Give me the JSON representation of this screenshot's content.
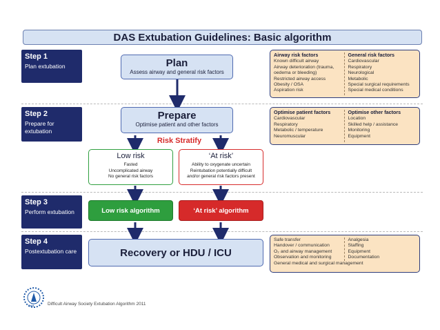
{
  "title": "DAS Extubation Guidelines: Basic algorithm",
  "steps": [
    {
      "num": "Step 1",
      "desc": "Plan extubation"
    },
    {
      "num": "Step 2",
      "desc": "Prepare for extubation"
    },
    {
      "num": "Step 3",
      "desc": "Perform extubation"
    },
    {
      "num": "Step 4",
      "desc": "Postextubation care"
    }
  ],
  "plan": {
    "title": "Plan",
    "subtitle": "Assess airway and general risk factors"
  },
  "prepare": {
    "title": "Prepare",
    "subtitle": "Optimise patient and other factors"
  },
  "risk_stratify": "Risk Stratify",
  "low_risk": {
    "title": "Low risk",
    "lines": [
      "Fasted",
      "Uncomplicated airway",
      "No general risk factors"
    ]
  },
  "at_risk": {
    "title": "‘At risk’",
    "lines": [
      "Ability to oxygenate uncertain",
      "Reintubation potentially difficult",
      "and/or general risk factors present"
    ]
  },
  "low_algo": "Low risk algorithm",
  "at_algo": "‘At risk’ algorithm",
  "recovery": "Recovery or HDU / ICU",
  "box1": {
    "left_head": "Airway risk factors",
    "left_items": [
      "Known difficult airway",
      "Airway deterioration (trauma,",
      "oedema or bleeding)",
      "Restricted airway access",
      "Obesity / OSA",
      "Aspiration risk"
    ],
    "right_head": "General risk factors",
    "right_items": [
      "Cardiovascular",
      "Respiratory",
      "Neurological",
      "Metabolic",
      "Special surgical requirements",
      "Special medical conditions"
    ]
  },
  "box2": {
    "left_head": "Optimise patient factors",
    "left_items": [
      "Cardiovascular",
      "Respiratory",
      "Metabolic / temperature",
      "Neuromuscular"
    ],
    "right_head": "Optimise other factors",
    "right_items": [
      "Location",
      "Skilled help / assistance",
      "Monitoring",
      "Equipment"
    ]
  },
  "box4": {
    "left_items": [
      "Safe transfer",
      "Handover / communication",
      "O₂ and airway management",
      "Observation and monitoring"
    ],
    "right_items": [
      "Analgesia",
      "Staffing",
      "Equipment",
      "Documentation"
    ],
    "bottom": "General medical and surgical management"
  },
  "footer": "Difficult Airway Society Extubation Algorithm 2011",
  "logo_text": "DAS",
  "colors": {
    "navy": "#1f2b6b",
    "green": "#2e9e3e",
    "red": "#d62a2a",
    "blue_fill": "#d6e2f3",
    "peach": "#fbe3c2"
  }
}
